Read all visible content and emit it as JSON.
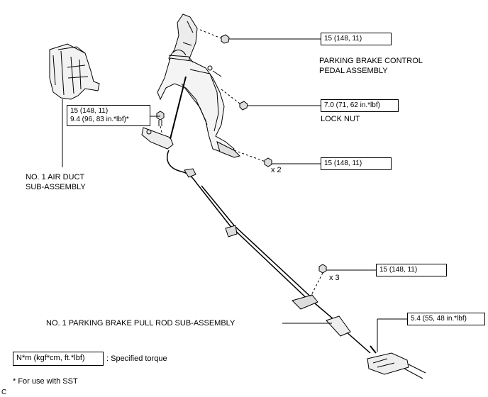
{
  "torque_callouts": {
    "top_nut": "15 (148, 11)",
    "lock_nut": "7.0 (71, 62 in.*lbf)",
    "left_line1": "15 (148, 11)",
    "left_line2": "9.4 (96, 83 in.*lbf)*",
    "bolts_x2": "15 (148, 11)",
    "bolts_x3": "15 (148, 11)",
    "bottom_right": "5.4 (55, 48 in.*lbf)"
  },
  "labels": {
    "pedal_assembly_line1": "PARKING BRAKE CONTROL",
    "pedal_assembly_line2": "PEDAL ASSEMBLY",
    "lock_nut": "LOCK NUT",
    "air_duct_line1": "NO. 1 AIR DUCT",
    "air_duct_line2": "SUB-ASSEMBLY",
    "pull_rod": "NO. 1 PARKING BRAKE PULL ROD SUB-ASSEMBLY",
    "qty_x2": "x 2",
    "qty_x3": "x 3"
  },
  "legend": {
    "unit_box": "N*m (kgf*cm, ft.*lbf)",
    "unit_text": ": Specified torque",
    "footnote": "* For use with SST",
    "corner_code": "C"
  }
}
